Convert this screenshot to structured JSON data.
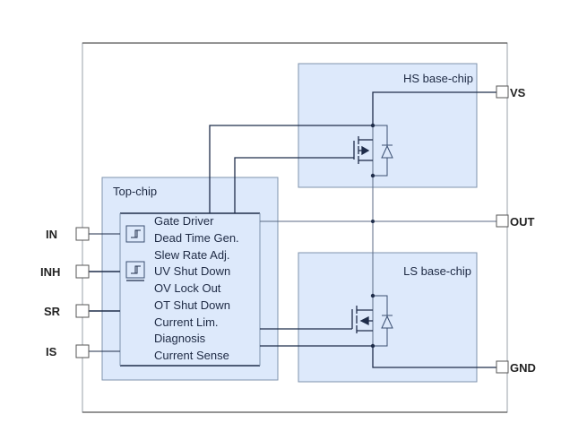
{
  "diagram": {
    "blocks": {
      "hs": {
        "title": "HS base-chip"
      },
      "ls": {
        "title": "LS base-chip"
      },
      "top": {
        "title": "Top-chip"
      }
    },
    "functions": [
      "Gate Driver",
      "Dead Time Gen.",
      "Slew Rate Adj.",
      "UV Shut Down",
      "OV Lock Out",
      "OT Shut Down",
      "Current Lim.",
      "Diagnosis",
      "Current Sense"
    ],
    "pins": {
      "in": "IN",
      "inh": "INH",
      "sr": "SR",
      "is": "IS",
      "vs": "VS",
      "out": "OUT",
      "gnd": "GND"
    },
    "colors": {
      "block_fill": "#dde9fb",
      "block_border": "#7f93ad",
      "wire": "#1f2d4a",
      "thin_wire": "#9aa6b8",
      "text": "#1e2a44",
      "pin_text": "#222222"
    }
  }
}
